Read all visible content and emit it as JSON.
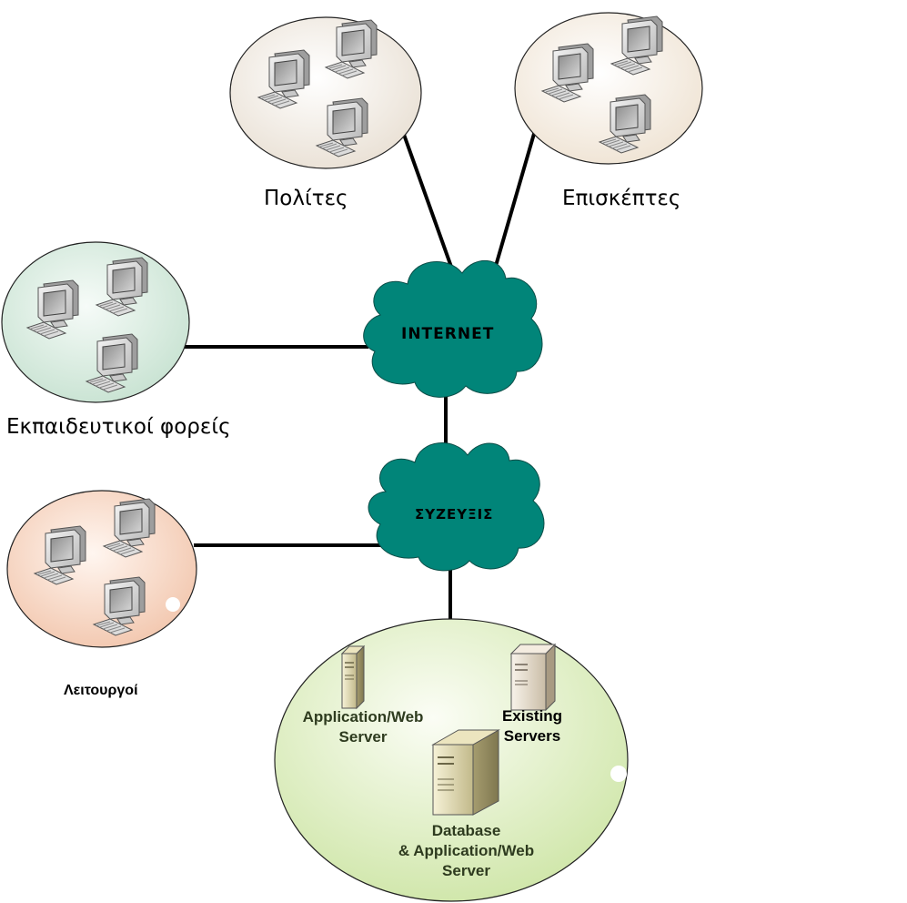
{
  "groups": {
    "citizens": "Πολίτες",
    "visitors": "Επισκέπτες",
    "education": "Εκπαιδευτικοί φορείς",
    "staff": "Λειτουργοί"
  },
  "clouds": {
    "internet": "INTERNET",
    "syzeyxis": "ΣΥΖΕΥΞΙΣ"
  },
  "servers": {
    "app_web_line1": "Application/Web",
    "app_web_line2": "Server",
    "existing_line1": "Existing",
    "existing_line2": "Servers",
    "db_line1": "Database",
    "db_line2": "& Application/Web",
    "db_line3": "Server"
  },
  "colors": {
    "cloud": "#018579",
    "citizens_bg": "#f1ebe3",
    "visitors_bg": "#f6eee4",
    "education_bg": "#d5e9dd",
    "staff_bg": "#f5d4c2",
    "servers_bg": "#dceec0",
    "server_label": "#2e3b1f"
  }
}
